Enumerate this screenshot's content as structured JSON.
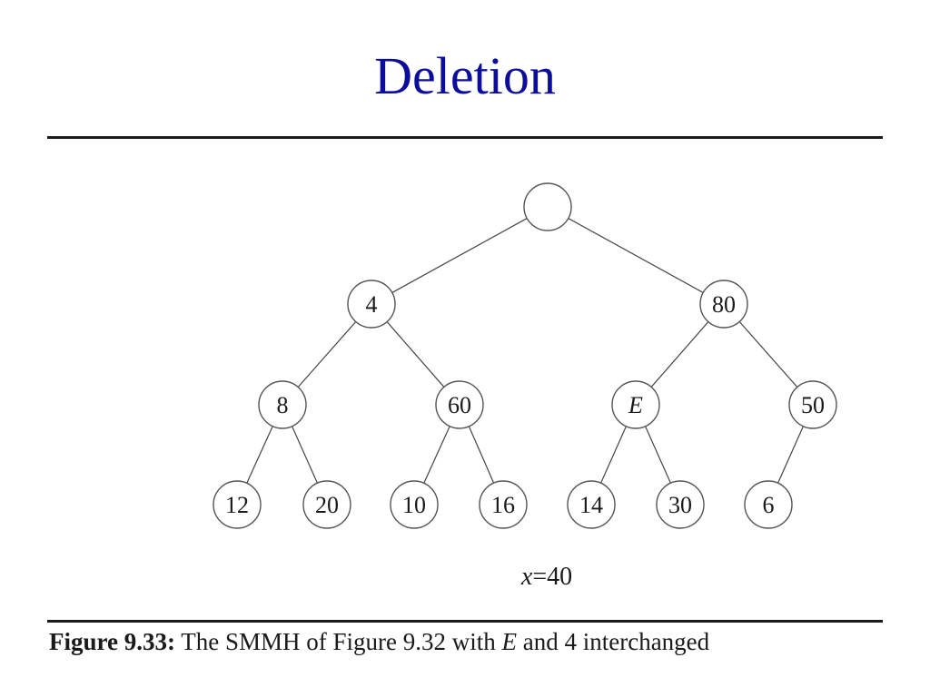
{
  "title": "Deletion",
  "tree": {
    "nodes": [
      {
        "id": "root",
        "label": ""
      },
      {
        "id": "n4",
        "label": "4"
      },
      {
        "id": "n80",
        "label": "80"
      },
      {
        "id": "n8",
        "label": "8"
      },
      {
        "id": "n60",
        "label": "60"
      },
      {
        "id": "nE",
        "label": "E",
        "italic": true
      },
      {
        "id": "n50",
        "label": "50"
      },
      {
        "id": "n12",
        "label": "12"
      },
      {
        "id": "n20",
        "label": "20"
      },
      {
        "id": "n10",
        "label": "10"
      },
      {
        "id": "n16",
        "label": "16"
      },
      {
        "id": "n14",
        "label": "14"
      },
      {
        "id": "n30",
        "label": "30"
      },
      {
        "id": "n6",
        "label": "6"
      }
    ],
    "edges": [
      [
        "root",
        "n4"
      ],
      [
        "root",
        "n80"
      ],
      [
        "n4",
        "n8"
      ],
      [
        "n4",
        "n60"
      ],
      [
        "n80",
        "nE"
      ],
      [
        "n80",
        "n50"
      ],
      [
        "n8",
        "n12"
      ],
      [
        "n8",
        "n20"
      ],
      [
        "n60",
        "n10"
      ],
      [
        "n60",
        "n16"
      ],
      [
        "nE",
        "n14"
      ],
      [
        "nE",
        "n30"
      ],
      [
        "n50",
        "n6"
      ]
    ]
  },
  "x_label": {
    "var": "x",
    "rest": "=40"
  },
  "caption": {
    "label": "Figure 9.33:",
    "text_before": " The SMMH of Figure 9.32 with ",
    "italic": "E",
    "text_after": " and 4 interchanged"
  }
}
